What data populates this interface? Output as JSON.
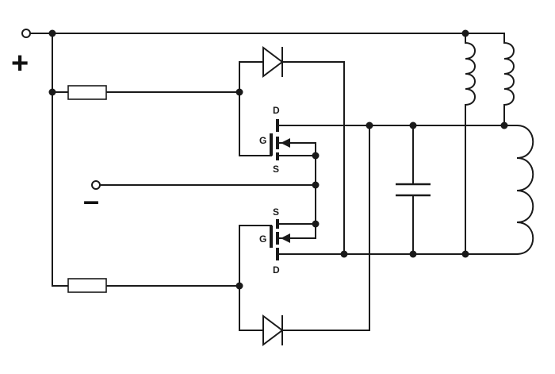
{
  "terminals": {
    "positive_sign": "+",
    "negative_sign": "–"
  },
  "q1": {
    "drain_label": "D",
    "gate_label": "G",
    "source_label": "S"
  },
  "q2": {
    "drain_label": "D",
    "gate_label": "G",
    "source_label": "S"
  },
  "colors": {
    "ink": "#1a1a1a",
    "background": "#ffffff"
  }
}
